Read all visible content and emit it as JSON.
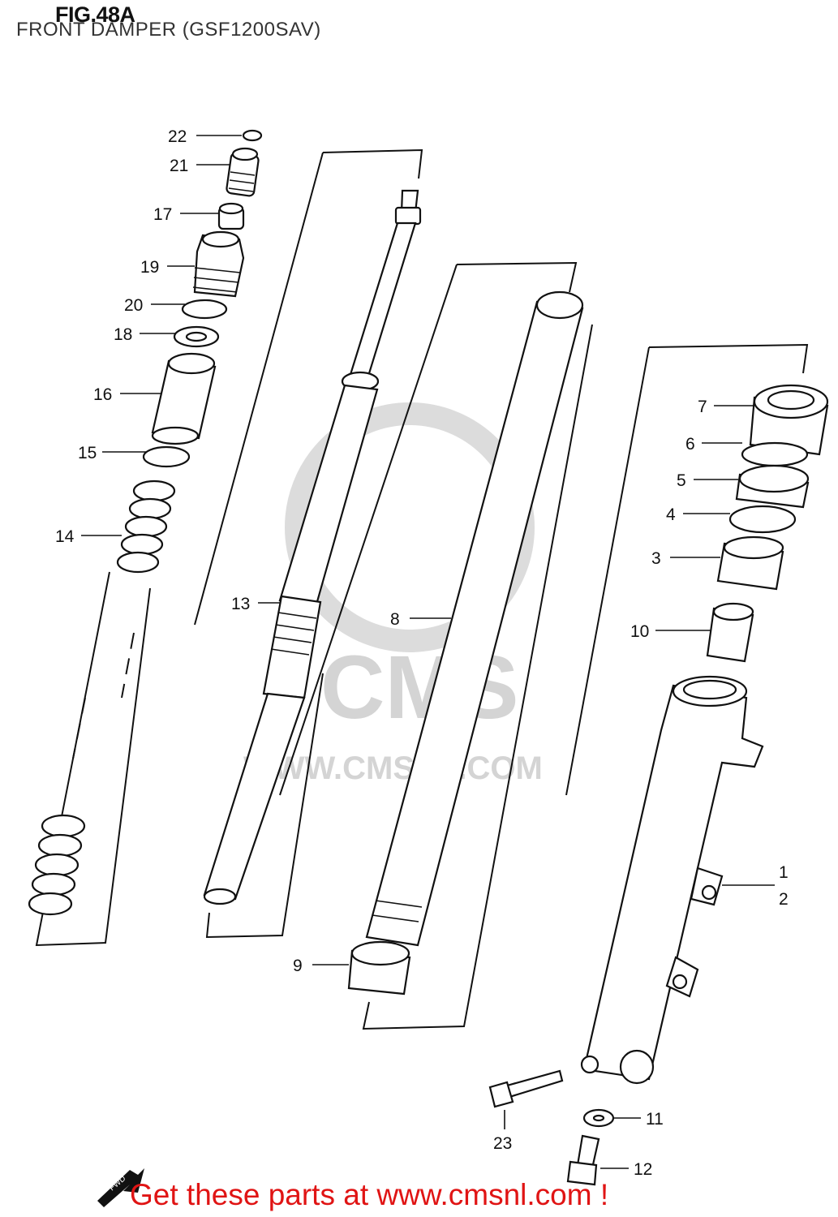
{
  "figure": {
    "title": "FIG.48A",
    "subtitle": "FRONT DAMPER (GSF1200SAV)"
  },
  "watermark": {
    "brand": "CMS",
    "url": "WWW.CMSNL.COM"
  },
  "direction_badge": "FWD",
  "footer": "Get these parts at www.cmsnl.com !",
  "callouts": [
    "22",
    "21",
    "17",
    "19",
    "20",
    "18",
    "16",
    "15",
    "14",
    "13",
    "8",
    "7",
    "6",
    "5",
    "4",
    "3",
    "10",
    "1",
    "2",
    "9",
    "23",
    "11",
    "12"
  ],
  "colors": {
    "footer": "#e01414",
    "ink": "#111111",
    "watermark": "#d4d4d4"
  }
}
